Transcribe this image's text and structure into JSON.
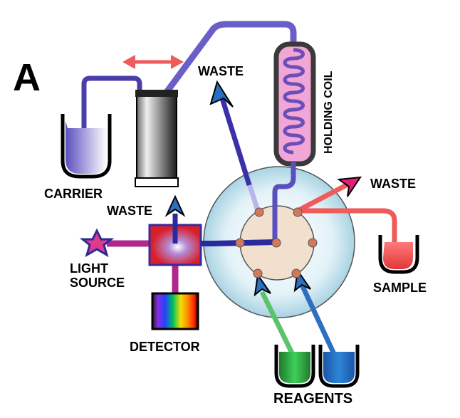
{
  "panel_letter": "A",
  "labels": {
    "waste_top": "WASTE",
    "waste_right": "WASTE",
    "waste_left": "WASTE",
    "holding_coil": "HOLDING COIL",
    "carrier": "CARRIER",
    "light_source_line1": "LIGHT",
    "light_source_line2": "SOURCE",
    "detector": "DETECTOR",
    "sample": "SAMPLE",
    "reagents": "REAGENTS"
  },
  "colors": {
    "tubing": "#5a4fbf",
    "dark_tubing": "#2a2a9a",
    "sample_line": "#ef5a5a",
    "reagent_green": "#5bc46a",
    "reagent_blue": "#2f6fc0",
    "light_line": "#b0288e",
    "coil_fill": "#f2a6d6",
    "valve_body": "#d9eef7",
    "valve_center": "#f2e0cf",
    "port": "#d4785a",
    "double_arrow": "#ef5a5a"
  }
}
